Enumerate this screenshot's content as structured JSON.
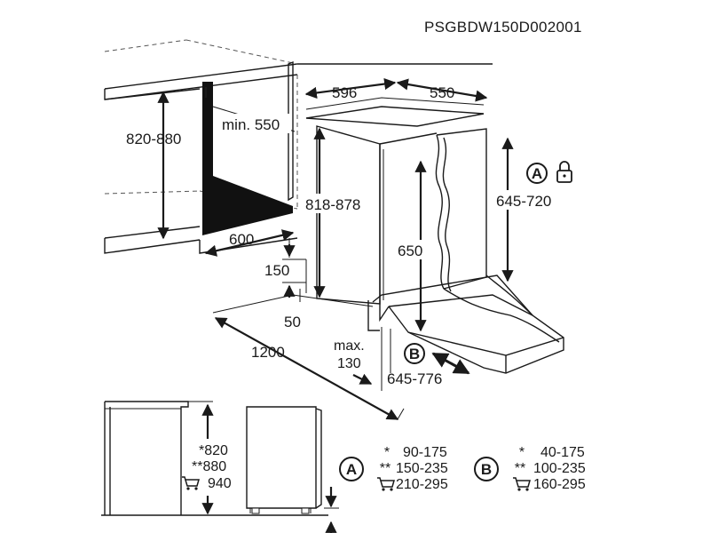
{
  "model_code": "PSGBDW150D002001",
  "dimensions": {
    "niche_height": "820-880",
    "niche_depth_min": "min. 550",
    "niche_width": "600",
    "appliance_width": "596",
    "appliance_depth": "550",
    "appliance_height": "818-878",
    "door_height": "650",
    "door_adjust": "645-720",
    "plinth_height": "150",
    "plinth_depth": "50",
    "total_length": "1200",
    "max_label": "max.",
    "max_value": "130",
    "door_travel": "645-776"
  },
  "markers": {
    "a": "A",
    "b": "B"
  },
  "side_view": {
    "star1": "*820",
    "star2": "**880",
    "cart": "940"
  },
  "table_a": {
    "rows": [
      {
        "mark": "*",
        "value": "90-175"
      },
      {
        "mark": "**",
        "value": "150-235"
      },
      {
        "mark": "",
        "value": "210-295"
      }
    ]
  },
  "table_b": {
    "rows": [
      {
        "mark": "*",
        "value": "40-175"
      },
      {
        "mark": "**",
        "value": "100-235"
      },
      {
        "mark": "",
        "value": "160-295"
      }
    ]
  }
}
